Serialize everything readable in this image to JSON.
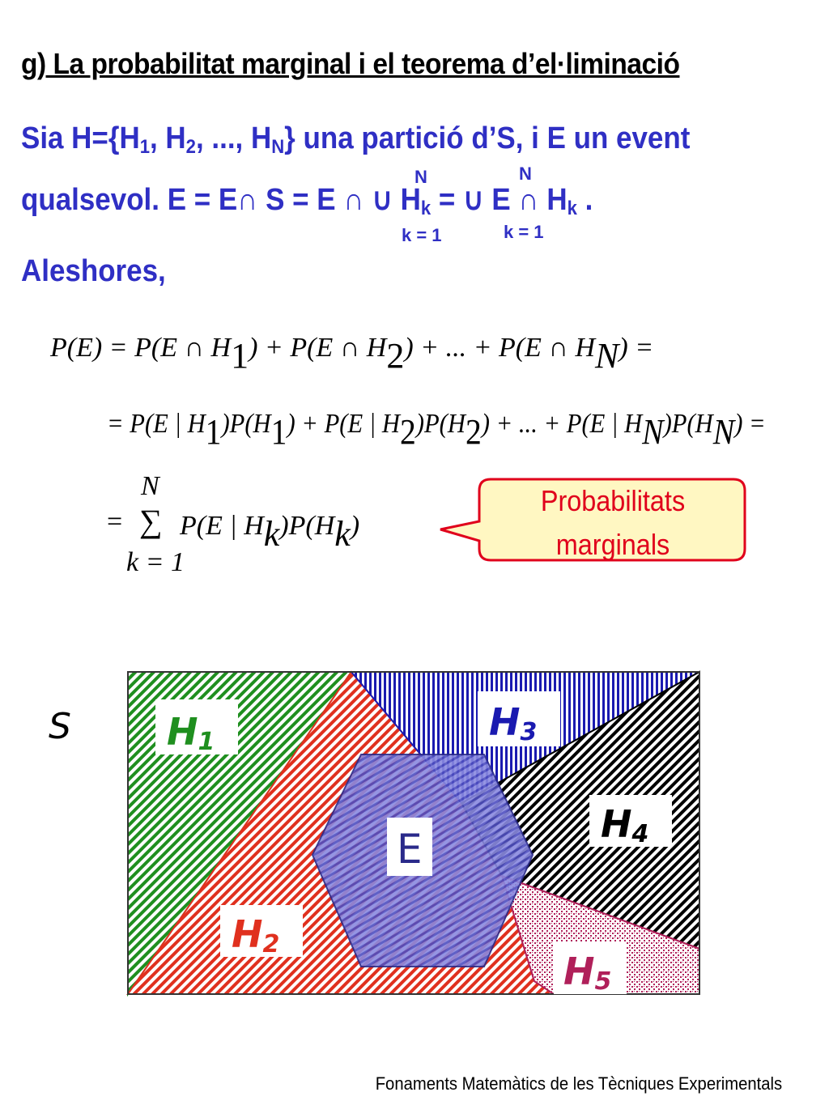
{
  "title": "g) La probabilitat marginal i el teorema d’el·liminació",
  "intro": {
    "line1_a": "Sia H={H",
    "sub1": "1",
    "line1_b": ", H",
    "sub2": "2",
    "line1_c": ", ..., H",
    "subN": "N",
    "line1_d": "} una partició d’S, i E un event",
    "line2_a": "qualsevol. E = E",
    "cap": "∩",
    "line2_b": " S = E ",
    "line2_c": " ",
    "cup": "∪",
    "line2_d": " H",
    "subk": "k",
    "line2_e": " = ",
    "line2_f": "  E ",
    "line2_g": " H",
    "line2_h": " .",
    "limit_top1": "N",
    "limit_bot1": "k = 1",
    "limit_top2": "N",
    "limit_bot2": "k = 1"
  },
  "aleshores": "Aleshores,",
  "formula": {
    "line1": "P(E) = P(E ∩ H",
    "line1_s1": "1",
    "line1_b": ") + P(E ∩ H",
    "line1_s2": "2",
    "line1_c": ") + ... + P(E ∩ H",
    "line1_sN": "N",
    "line1_d": ") =",
    "line2_a": "= P(E | H",
    "line2_s1": "1",
    "line2_b": ")P(H",
    "line2_s1b": "1",
    "line2_c": ") + P(E | H",
    "line2_s2": "2",
    "line2_d": ")P(H",
    "line2_s2b": "2",
    "line2_e": ") + ... + P(E | H",
    "line2_sN": "N",
    "line2_f": ")P(H",
    "line2_sNb": "N",
    "line2_g": ") =",
    "sum_top": "N",
    "sum_sym": "∑",
    "sum_eq": "=",
    "sum_body_a": "P(E | H",
    "sum_body_k1": "k",
    "sum_body_b": ")P(H",
    "sum_body_k2": "k",
    "sum_body_c": ")",
    "sum_bot": "k = 1"
  },
  "callout": {
    "line1": "Probabilitats",
    "line2": "marginals"
  },
  "diagram": {
    "s_label": "S",
    "h1": "H",
    "h1_sub": "1",
    "h2": "H",
    "h2_sub": "2",
    "h3": "H",
    "h3_sub": "3",
    "h4": "H",
    "h4_sub": "4",
    "h5": "H",
    "h5_sub": "5",
    "e": "E",
    "colors": {
      "h1": "#1f8f1f",
      "h2": "#e0301e",
      "h3": "#1a1ab0",
      "h4": "#000000",
      "h5": "#b0205a",
      "e": "#5a5acf"
    }
  },
  "footer": "Fonaments Matemàtics de les Tècniques Experimentals"
}
